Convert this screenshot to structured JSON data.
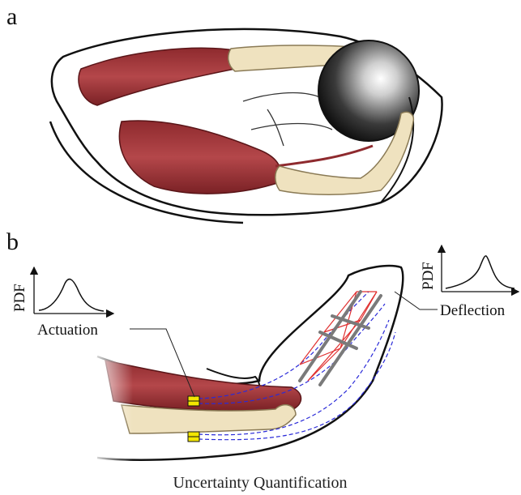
{
  "panels": {
    "a": {
      "label": "a"
    },
    "b": {
      "label": "b"
    }
  },
  "pdf_left": {
    "ylabel": "PDF",
    "name": "Actuation"
  },
  "pdf_right": {
    "ylabel": "PDF",
    "name": "Deflection"
  },
  "caption": "Uncertainty Quantification",
  "colors": {
    "muscle": "#a8383c",
    "muscle_dark": "#6e1e22",
    "bone": "#efe2bf",
    "bone_edge": "#8a7a55",
    "outline": "#111111",
    "dashed": "#2a2ad8",
    "truss_red": "#e03030",
    "truss_grey": "#7a7a7a",
    "sensor": "#f3e600"
  }
}
